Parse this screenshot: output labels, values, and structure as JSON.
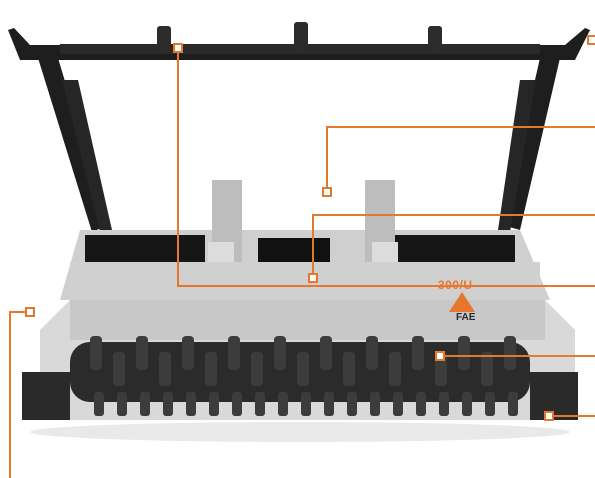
{
  "product": {
    "model_text": "300/U",
    "brand_text": "FAE"
  },
  "colors": {
    "callout": "#e8772e",
    "frame": "#1e1e1e",
    "housing": "#d9d9d9",
    "housing_shadow": "#b8b8b8",
    "rotor": "#2b2b2b",
    "tooth": "#3c3c3c",
    "plate": "#111111"
  },
  "callouts": [
    {
      "name": "push-bar-callout"
    },
    {
      "name": "side-frame-callout"
    },
    {
      "name": "hydraulic-hood-callout"
    },
    {
      "name": "hood-plate-callout"
    },
    {
      "name": "housing-callout"
    },
    {
      "name": "rotor-callout"
    },
    {
      "name": "skid-callout"
    },
    {
      "name": "side-skid-callout"
    }
  ]
}
